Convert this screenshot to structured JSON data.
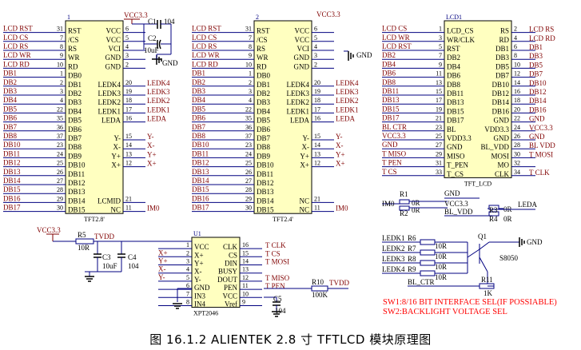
{
  "colors": {
    "wire": "#000080",
    "net": "#800000",
    "body": "#000000",
    "chip": "#ffffc0",
    "note": "#ff0000"
  },
  "u_tft28": {
    "ref": "1",
    "value": "TFT2.8'",
    "left": [
      {
        "net": "LCD_RST",
        "num": "31",
        "pin": "RST"
      },
      {
        "net": "LCD_CS",
        "num": "7",
        "pin": "/CS"
      },
      {
        "net": "LCD_RS",
        "num": "8",
        "pin": "RS"
      },
      {
        "net": "LCD_WR",
        "num": "9",
        "pin": "WR"
      },
      {
        "net": "LCD_RD",
        "num": "10",
        "pin": "RD"
      },
      {
        "net": "DB1",
        "num": "1",
        "pin": "DB0"
      },
      {
        "net": "DB2",
        "num": "2",
        "pin": "DB1"
      },
      {
        "net": "DB3",
        "num": "3",
        "pin": "DB2"
      },
      {
        "net": "DB4",
        "num": "4",
        "pin": "DB3"
      },
      {
        "net": "DB5",
        "num": "22",
        "pin": "DB4"
      },
      {
        "net": "DB6",
        "num": "35",
        "pin": "DB5"
      },
      {
        "net": "DB7",
        "num": "36",
        "pin": "DB6"
      },
      {
        "net": "DB8",
        "num": "37",
        "pin": "DB7"
      },
      {
        "net": "DB10",
        "num": "23",
        "pin": "DB8"
      },
      {
        "net": "DB11",
        "num": "24",
        "pin": "DB9"
      },
      {
        "net": "DB12",
        "num": "25",
        "pin": "DB10"
      },
      {
        "net": "DB13",
        "num": "26",
        "pin": "DB11"
      },
      {
        "net": "DB14",
        "num": "27",
        "pin": "DB12"
      },
      {
        "net": "DB15",
        "num": "28",
        "pin": "DB13"
      },
      {
        "net": "DB16",
        "num": "29",
        "pin": "DB14"
      },
      {
        "net": "DB17",
        "num": "30",
        "pin": "DB15"
      }
    ],
    "right": [
      {
        "pin": "VCC",
        "num": "6"
      },
      {
        "pin": "VCC",
        "num": "5"
      },
      {
        "pin": "VCI",
        "num": "4"
      },
      {
        "pin": "GND",
        "num": "3"
      },
      {
        "pin": "GND",
        "num": "2"
      },
      {
        "pin": "LEDK4",
        "num": "20",
        "net": "LEDK4"
      },
      {
        "pin": "LEDK3",
        "num": "19",
        "net": "LEDK3"
      },
      {
        "pin": "LEDK2",
        "num": "18",
        "net": "LEDK2"
      },
      {
        "pin": "LEDK1",
        "num": "17",
        "net": "LEDK1"
      },
      {
        "pin": "LEDA",
        "num": "16",
        "net": "LEDA"
      },
      {
        "pin": "Y-",
        "num": "15",
        "net": "Y-"
      },
      {
        "pin": "X-",
        "num": "14",
        "net": "X-"
      },
      {
        "pin": "Y+",
        "num": "13",
        "net": "Y+"
      },
      {
        "pin": "X+",
        "num": "12",
        "net": "X+"
      },
      {
        "pin": "LCMID",
        "num": "21"
      },
      {
        "pin": "NC",
        "num": "11",
        "net": "IM0"
      }
    ],
    "extra_left": [
      {
        "net": "DB16",
        "num": "29",
        "pin": "DB14"
      },
      {
        "net": "DB17",
        "num": "30",
        "pin": "DB15"
      }
    ]
  },
  "u_tft24": {
    "ref": "2",
    "value": "TFT2.4'",
    "right": [
      {
        "pin": "VCC",
        "num": "6"
      },
      {
        "pin": "VCC",
        "num": "5"
      },
      {
        "pin": "VCI",
        "num": "4"
      },
      {
        "pin": "GND",
        "num": "3"
      },
      {
        "pin": "GND",
        "num": "2"
      },
      {
        "pin": "LEDK4",
        "num": "20",
        "net": "LEDK4"
      },
      {
        "pin": "LEDK3",
        "num": "19",
        "net": "LEDK3"
      },
      {
        "pin": "LEDK2",
        "num": "18",
        "net": "LEDK2"
      },
      {
        "pin": "LEDK1",
        "num": "17",
        "net": "LEDK1"
      },
      {
        "pin": "LEDA",
        "num": "16",
        "net": "LEDA"
      },
      {
        "pin": "Y-",
        "num": "15",
        "net": "Y-"
      },
      {
        "pin": "X-",
        "num": "14",
        "net": "X-"
      },
      {
        "pin": "Y+",
        "num": "13",
        "net": "Y+"
      },
      {
        "pin": "X+",
        "num": "12",
        "net": "X+"
      },
      {
        "pin": "NC",
        "num": "21"
      },
      {
        "pin": "NC",
        "num": "11",
        "net": "IM0"
      }
    ]
  },
  "u_lcd1": {
    "ref": "LCD1",
    "value": "TFT_LCD",
    "left": [
      {
        "net": "LCD_CS",
        "num": "1",
        "pin": "LCD_CS"
      },
      {
        "net": "LCD_WR",
        "num": "3",
        "pin": "WR/CLK"
      },
      {
        "net": "LCD_RST",
        "num": "5",
        "pin": "RST"
      },
      {
        "net": "DB2",
        "num": "7",
        "pin": "DB2"
      },
      {
        "net": "DB4",
        "num": "9",
        "pin": "DB4"
      },
      {
        "net": "DB6",
        "num": "11",
        "pin": "DB6"
      },
      {
        "net": "DB8",
        "num": "13",
        "pin": "DB8"
      },
      {
        "net": "DB11",
        "num": "15",
        "pin": "DB11"
      },
      {
        "net": "DB13",
        "num": "17",
        "pin": "DB13"
      },
      {
        "net": "DB15",
        "num": "19",
        "pin": "DB15"
      },
      {
        "net": "DB17",
        "num": "21",
        "pin": "DB17"
      },
      {
        "net": "BL_CTR",
        "num": "23",
        "pin": "BL"
      },
      {
        "net": "VCC3.3",
        "num": "25",
        "pin": "VDD3.3"
      },
      {
        "net": "GND",
        "num": "27",
        "pin": "GND"
      },
      {
        "net": "T_MISO",
        "num": "29",
        "pin": "MISO"
      },
      {
        "net": "T_PEN",
        "num": "31",
        "pin": "T_PEN"
      },
      {
        "net": "T_CS",
        "num": "33",
        "pin": "T_CS"
      }
    ],
    "right": [
      {
        "pin": "RS",
        "num": "2",
        "net": "LCD_RS"
      },
      {
        "pin": "RD",
        "num": "4",
        "net": "LCD_RD"
      },
      {
        "pin": "DB1",
        "num": "6",
        "net": "DB1"
      },
      {
        "pin": "DB3",
        "num": "8",
        "net": "DB3"
      },
      {
        "pin": "DB5",
        "num": "10",
        "net": "DB5"
      },
      {
        "pin": "DB7",
        "num": "12",
        "net": "DB7"
      },
      {
        "pin": "DB10",
        "num": "14",
        "net": "DB10"
      },
      {
        "pin": "DB12",
        "num": "16",
        "net": "DB12"
      },
      {
        "pin": "DB14",
        "num": "18",
        "net": "DB14"
      },
      {
        "pin": "DB16",
        "num": "20",
        "net": "DB16"
      },
      {
        "pin": "GND",
        "num": "22",
        "net": "GND"
      },
      {
        "pin": "VDD3.3",
        "num": "24",
        "net": "VCC3.3"
      },
      {
        "pin": "GND",
        "num": "26",
        "net": "GND"
      },
      {
        "pin": "BL_VDD",
        "num": "28",
        "net": "BL_VDD"
      },
      {
        "pin": "MOSI",
        "num": "30",
        "net": "T_MOSI"
      },
      {
        "pin": "MO",
        "num": "32"
      },
      {
        "pin": "CLK",
        "num": "34",
        "net": "T_CLK"
      }
    ]
  },
  "u_xpt": {
    "ref": "U1",
    "value": "XPT2046",
    "left": [
      {
        "pin": "VCC",
        "num": "1"
      },
      {
        "pin": "X+",
        "num": "2",
        "net": "X+"
      },
      {
        "pin": "Y+",
        "num": "3",
        "net": "Y+"
      },
      {
        "pin": "X-",
        "num": "4",
        "net": "X-"
      },
      {
        "pin": "Y-",
        "num": "5",
        "net": "Y-"
      },
      {
        "pin": "GND",
        "num": "6"
      },
      {
        "pin": "IN3",
        "num": "7"
      },
      {
        "pin": "IN4",
        "num": "8"
      }
    ],
    "right": [
      {
        "pin": "CLK",
        "num": "16",
        "net": "T_CLK"
      },
      {
        "pin": "CS",
        "num": "15",
        "net": "T_CS"
      },
      {
        "pin": "DIN",
        "num": "14",
        "net": "T_MOSI"
      },
      {
        "pin": "BUSY",
        "num": "13"
      },
      {
        "pin": "DOUT",
        "num": "12",
        "net": "T_MISO"
      },
      {
        "pin": "PEN",
        "num": "11",
        "net": "T_PEN"
      },
      {
        "pin": "VCC",
        "num": "10"
      },
      {
        "pin": "Vref",
        "num": "9"
      }
    ]
  },
  "labels": {
    "vcc33": "VCC3.3",
    "gnd": "GND",
    "c1": "C1",
    "c1v": "104",
    "c2": "C2",
    "c2v": "10uF",
    "r1": "R1",
    "r1v": "0R",
    "r2": "R2",
    "r2v": "0R",
    "r3": "R3",
    "r3v": "0R",
    "r4": "R4",
    "r4v": "0R",
    "im0": "IM0",
    "leda": "LEDA",
    "bl_vdd": "BL_VDD",
    "r5": "R5",
    "r5v": "10R",
    "tvdd": "TVDD",
    "c3": "C3",
    "c3v": "10uF",
    "c4": "C4",
    "c4v": "104",
    "r10": "R10",
    "r10v": "100K",
    "c5": "C5",
    "c5v": "104",
    "ledk1": "LEDK1",
    "ledk2": "LEDK2",
    "ledk3": "LEDK3",
    "ledk4": "LEDK4",
    "r6": "R6",
    "r7": "R7",
    "r8": "R8",
    "r9": "R9",
    "r11": "R11",
    "r11v": "1K",
    "zero_r": "10R",
    "q1": "Q1",
    "q1v": "S8050",
    "bl_ctr": "BL_CTR"
  },
  "notes": {
    "sw1": "SW1:8/16 BIT INTERFACE SEL(IF POSSIABLE)",
    "sw2": "SW2:BACKLIGHT VOLTAGE SEL"
  },
  "caption": "图 16.1.2   ALIENTEK 2.8 寸 TFTLCD 模块原理图"
}
